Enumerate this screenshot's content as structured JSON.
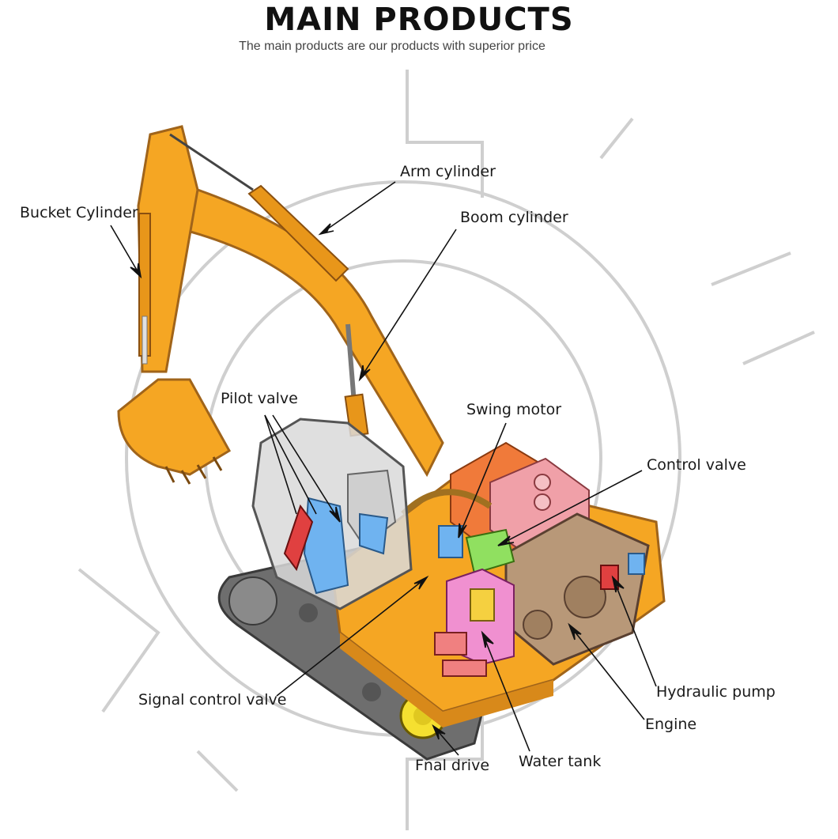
{
  "header": {
    "title": "MAIN PRODUCTS",
    "subtitle": "The main products are our products with superior price"
  },
  "labels": {
    "arm_cylinder": "Arm cylinder",
    "bucket_cylinder": "Bucket Cylinder",
    "boom_cylinder": "Boom cylinder",
    "pilot_valve": "Pilot valve",
    "swing_motor": "Swing motor",
    "control_valve": "Control valve",
    "hydraulic_pump": "Hydraulic pump",
    "engine": "Engine",
    "signal_control_valve": "Signal control valve",
    "final_drive": "Fnal drive",
    "water_tank": "Water tank"
  },
  "colors": {
    "machine_body": "#f5a623",
    "machine_shadow": "#d8891a",
    "track": "#6e6e6e",
    "cab_glass": "#d9d9d9",
    "operator_seat": "#6fb3f0",
    "engine": "#b89878",
    "radiator": "#f07a3a",
    "tank": "#f0a0a8",
    "control_valve": "#90e060",
    "water_tank": "#f090d0",
    "final_drive": "#f5e030",
    "watermark": "#c8c8c8"
  }
}
